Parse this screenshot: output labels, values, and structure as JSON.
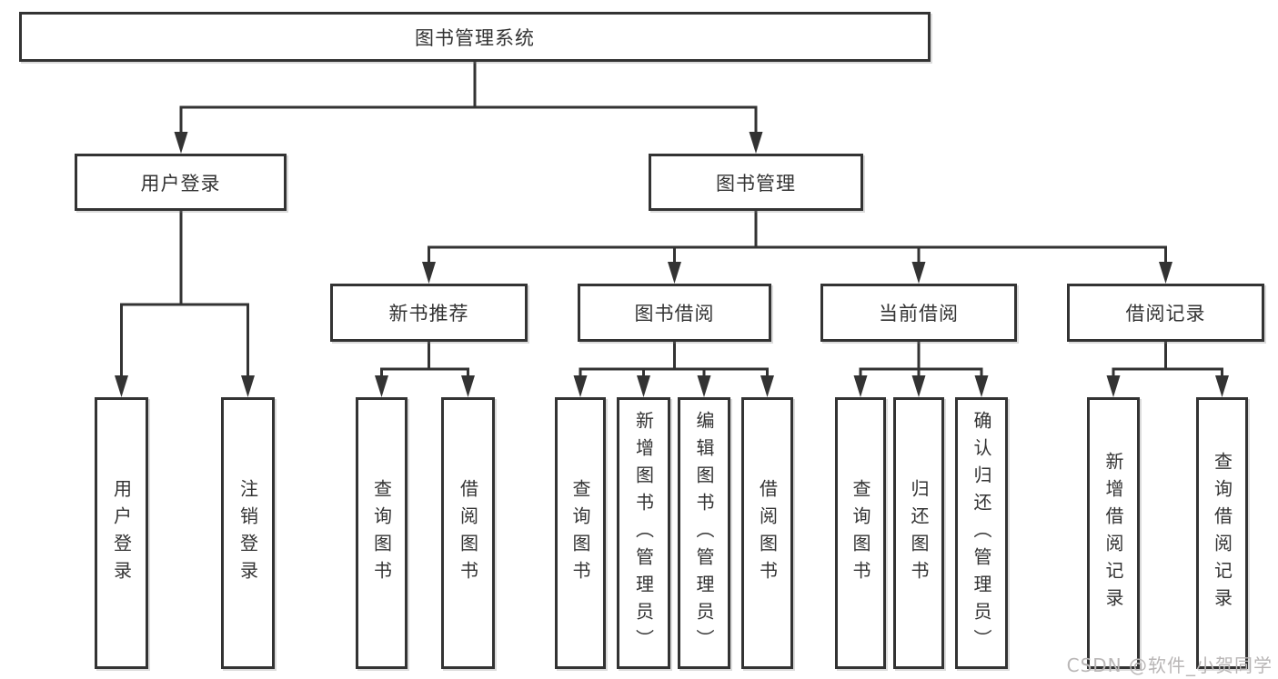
{
  "diagram": {
    "type": "hierarchy-tree",
    "tree": {
      "label": "图书管理系统",
      "children": [
        {
          "label": "用户登录",
          "children": [
            {
              "label": "用户登录"
            },
            {
              "label": "注销登录"
            }
          ]
        },
        {
          "label": "图书管理",
          "children": [
            {
              "label": "新书推荐",
              "children": [
                {
                  "label": "查询图书"
                },
                {
                  "label": "借阅图书"
                }
              ]
            },
            {
              "label": "图书借阅",
              "children": [
                {
                  "label": "查询图书"
                },
                {
                  "label": "新增图书（管理员）"
                },
                {
                  "label": "编辑图书（管理员）"
                },
                {
                  "label": "借阅图书"
                }
              ]
            },
            {
              "label": "当前借阅",
              "children": [
                {
                  "label": "查询图书"
                },
                {
                  "label": "归还图书"
                },
                {
                  "label": "确认归还（管理员）"
                }
              ]
            },
            {
              "label": "借阅记录",
              "children": [
                {
                  "label": "新增借阅记录"
                },
                {
                  "label": "查询借阅记录"
                }
              ]
            }
          ]
        }
      ]
    },
    "colors": {
      "line": "#333333",
      "box_border": "#333333",
      "box_fill": "#ffffff",
      "text": "#333333",
      "watermark_text": "#b9b6b6",
      "background": "#ffffff"
    }
  },
  "watermark": "CSDN @软件_小贺同学"
}
